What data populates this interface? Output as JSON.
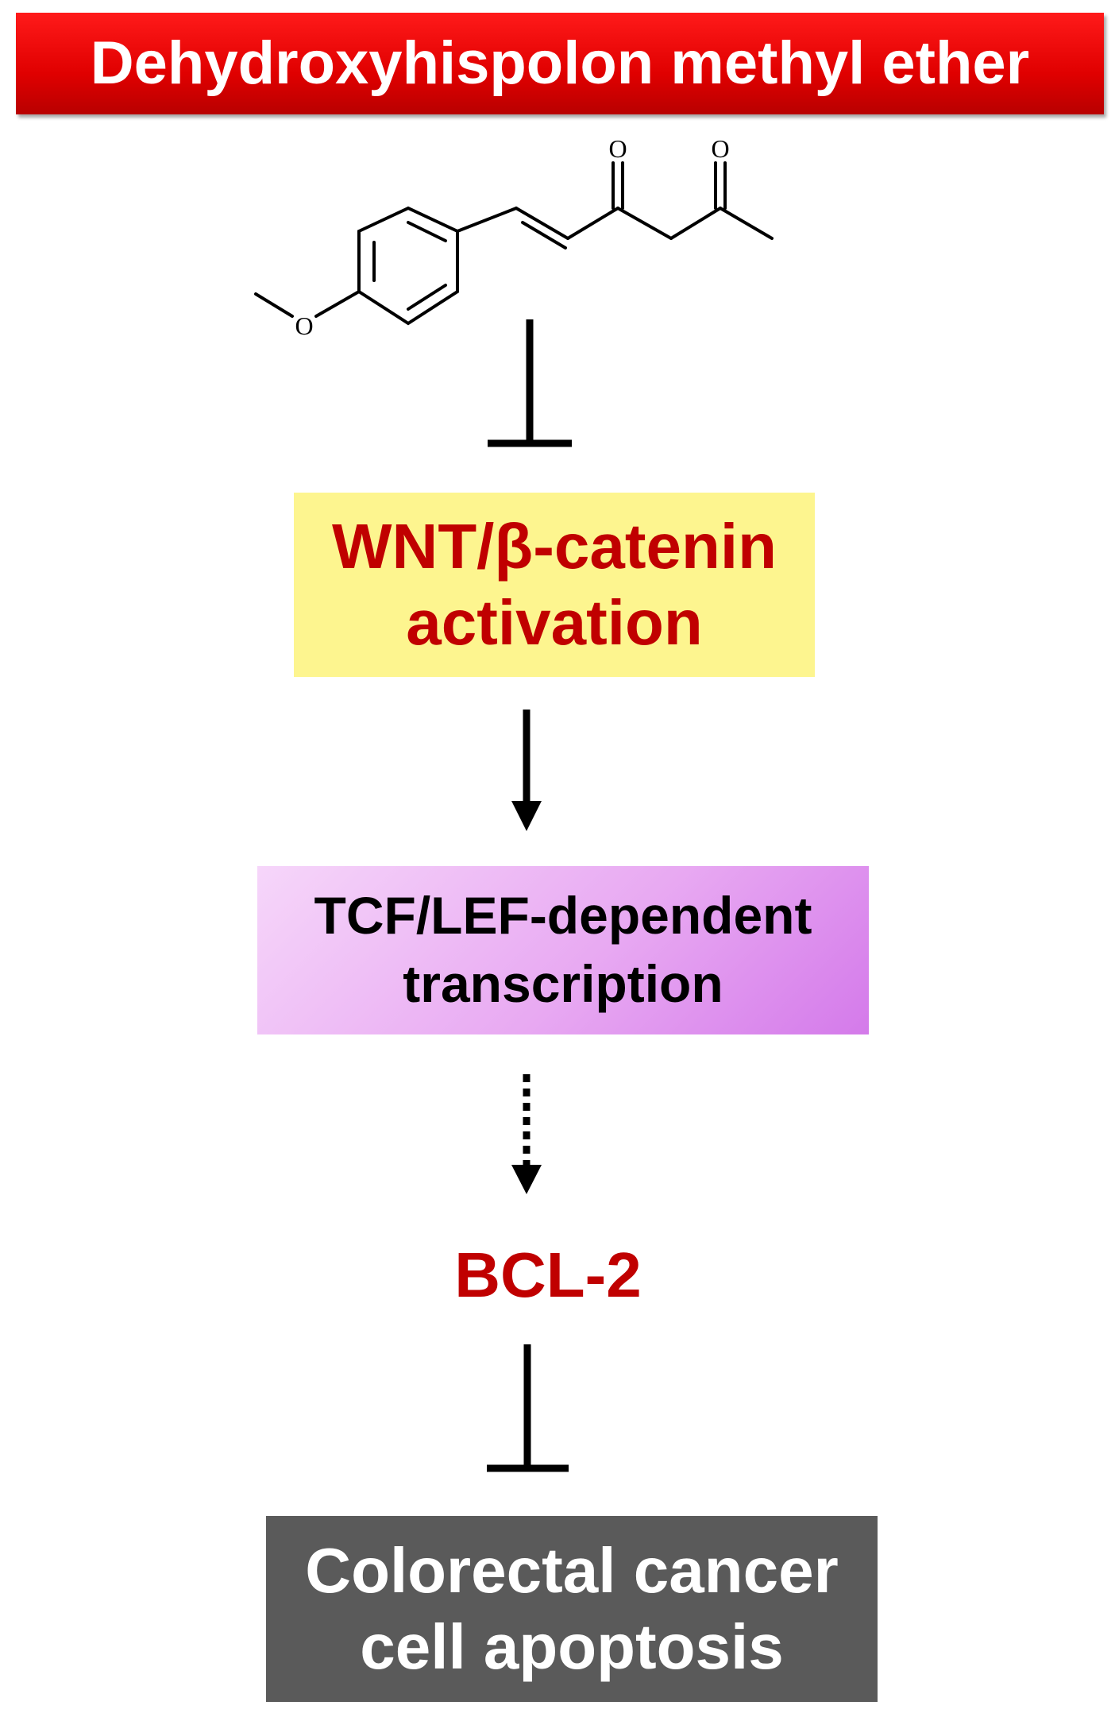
{
  "title": "Dehydroxyhispolon methyl ether",
  "molecule": {
    "atoms": [
      "O",
      "O",
      "O"
    ]
  },
  "nodes": {
    "wnt": {
      "line1": "WNT/β-catenin",
      "line2": "activation",
      "color": "#c00000",
      "background": "#fdf58f"
    },
    "tcf": {
      "line1": "TCF/LEF-dependent",
      "line2": "transcription",
      "color": "#000000",
      "background": "#e8a9f2"
    },
    "bcl2": {
      "label": "BCL-2",
      "color": "#c00000"
    },
    "apoptosis": {
      "line1": "Colorectal cancer",
      "line2": "cell apoptosis",
      "color": "#ffffff",
      "background": "#5a5a5a"
    }
  },
  "edges": [
    {
      "from": "compound",
      "to": "wnt",
      "type": "inhibition"
    },
    {
      "from": "wnt",
      "to": "tcf",
      "type": "activation"
    },
    {
      "from": "tcf",
      "to": "bcl2",
      "type": "activation-indirect"
    },
    {
      "from": "bcl2",
      "to": "apoptosis",
      "type": "inhibition"
    }
  ],
  "colors": {
    "title_background": "#e00000",
    "title_text": "#ffffff"
  }
}
